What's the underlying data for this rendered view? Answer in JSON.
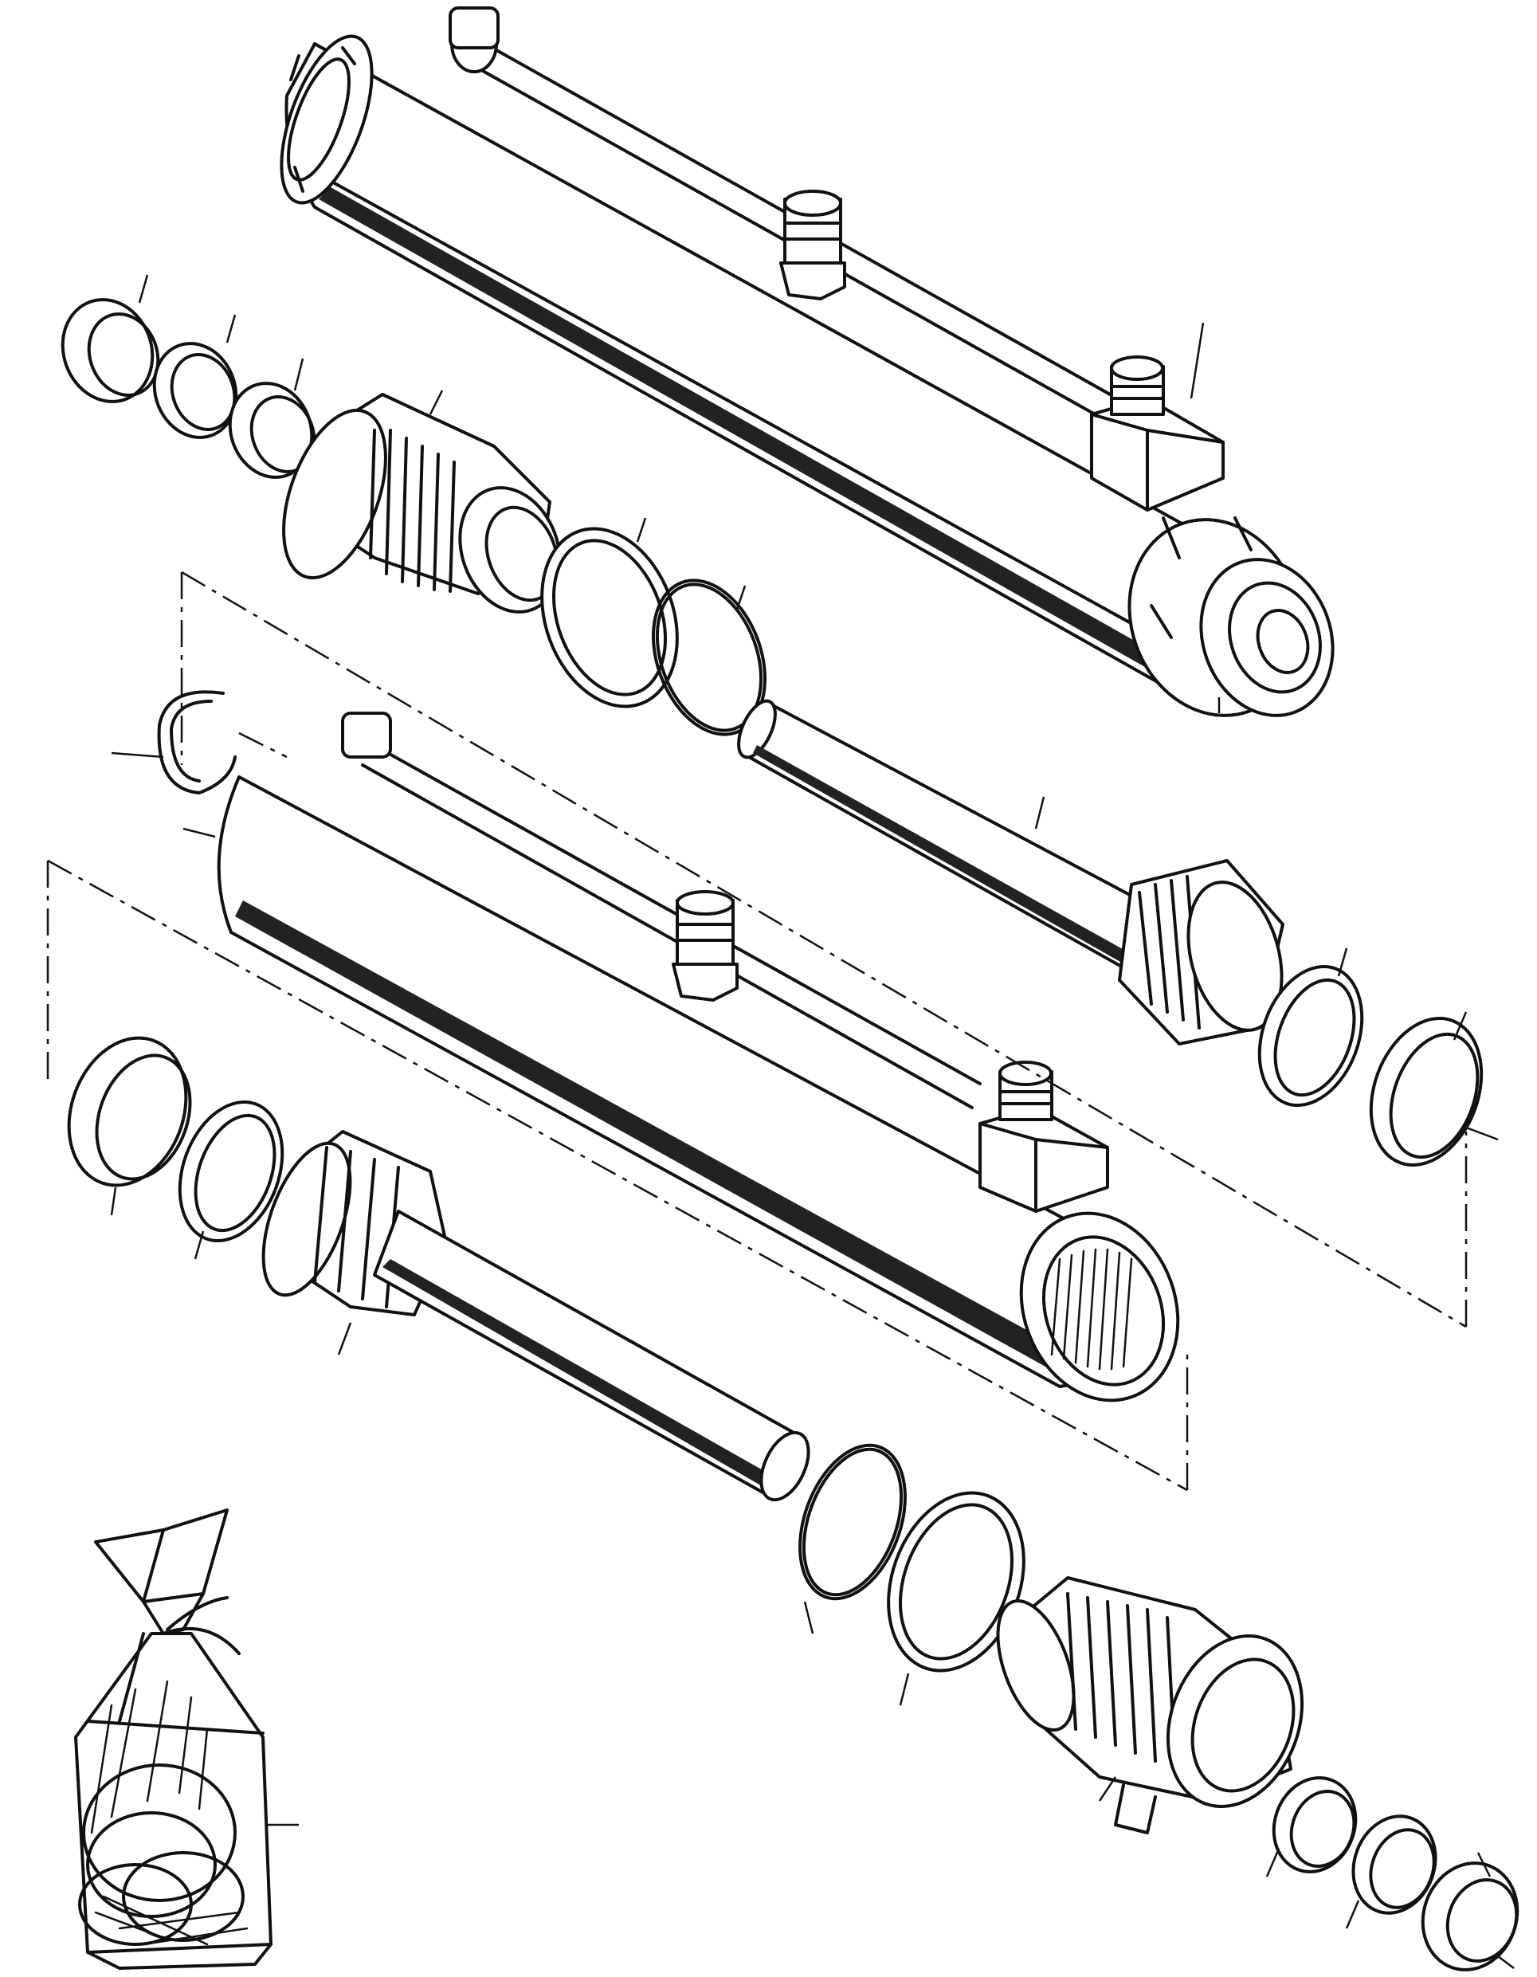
{
  "diagram": {
    "parts": [
      {
        "id": "upper-cylinder-assembly",
        "kind": "assembled-cylinder"
      },
      {
        "id": "upper-gland-ring-1",
        "kind": "ring"
      },
      {
        "id": "upper-gland-ring-2",
        "kind": "ring"
      },
      {
        "id": "upper-gland-ring-3",
        "kind": "ring"
      },
      {
        "id": "upper-gland-nut",
        "kind": "threaded-gland"
      },
      {
        "id": "upper-backup-ring",
        "kind": "flat-ring"
      },
      {
        "id": "upper-o-ring",
        "kind": "o-ring"
      },
      {
        "id": "upper-piston-rod",
        "kind": "rod"
      },
      {
        "id": "snap-ring",
        "kind": "split-ring"
      },
      {
        "id": "cylinder-barrel",
        "kind": "barrel"
      },
      {
        "id": "piston-ring-1",
        "kind": "ring"
      },
      {
        "id": "piston-ring-2",
        "kind": "ring"
      },
      {
        "id": "lower-wear-ring-1",
        "kind": "ring"
      },
      {
        "id": "lower-wear-ring-2",
        "kind": "ring"
      },
      {
        "id": "lower-piston-rod",
        "kind": "rod"
      },
      {
        "id": "lower-o-ring",
        "kind": "o-ring"
      },
      {
        "id": "lower-backup-ring",
        "kind": "flat-ring"
      },
      {
        "id": "lower-gland-nut",
        "kind": "threaded-gland"
      },
      {
        "id": "lower-gland-ring-1",
        "kind": "ring"
      },
      {
        "id": "lower-gland-ring-2",
        "kind": "ring"
      },
      {
        "id": "lower-gland-ring-3",
        "kind": "ring"
      },
      {
        "id": "seal-kit-bag",
        "kind": "bag"
      }
    ],
    "colors": {
      "line": "#111111",
      "background": "#ffffff"
    }
  }
}
